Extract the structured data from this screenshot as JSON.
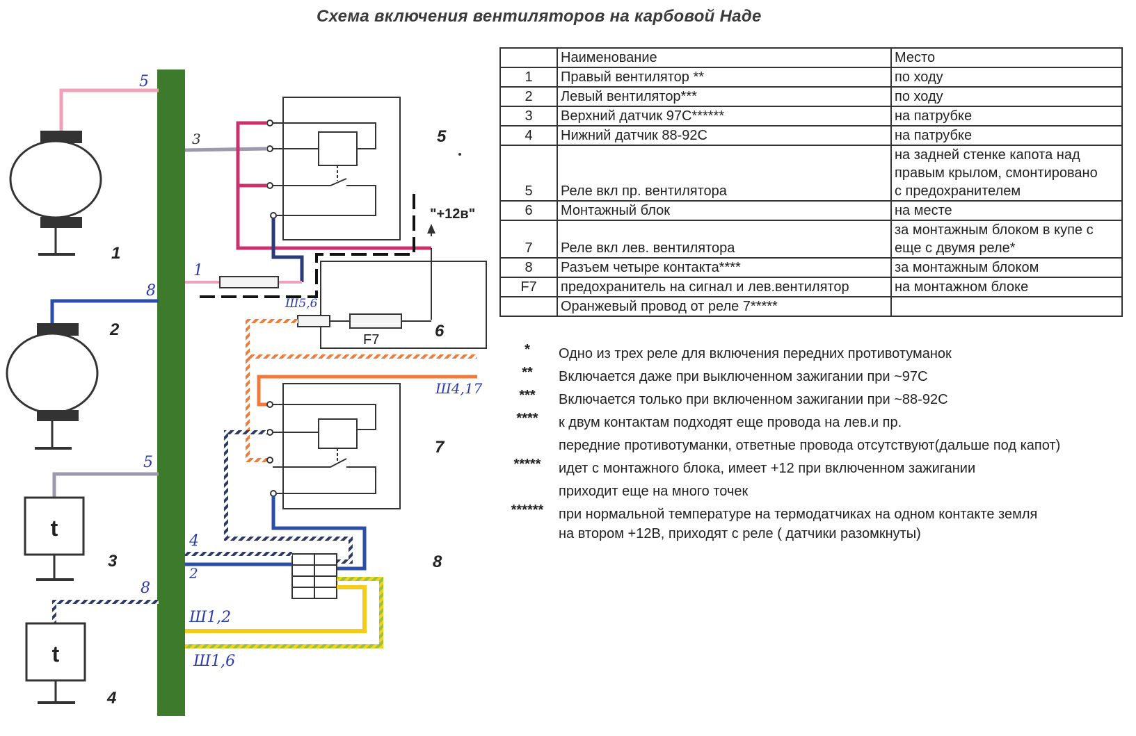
{
  "title": "Схема включения вентиляторов на карбовой Наде",
  "diagram": {
    "component_numbers": [
      "1",
      "2",
      "3",
      "4",
      "5",
      "6",
      "7",
      "8"
    ],
    "sensor_letter": "t",
    "fuse_label": "F7",
    "plus12_label": "\"+12в\"",
    "wire_labels": {
      "w5_top": "5",
      "w3": "3",
      "w1": "1",
      "w8_top": "8",
      "w5_mid": "5",
      "w4": "4",
      "w2": "2",
      "w8_bottom": "8",
      "sh56": "Ш5,6",
      "sh417": "Ш4,17",
      "sh12": "Ш1,2",
      "sh16": "Ш1,6"
    },
    "wire_colors": {
      "bus": "#3d7a2c",
      "pink": "#f0a0b8",
      "gray": "#9c98ad",
      "magenta": "#c8336e",
      "darkblue": "#2a3a7a",
      "blue": "#2b4ea8",
      "orange": "#f07a3a",
      "yellow": "#f4cc1e"
    }
  },
  "table": {
    "headers": [
      "",
      "Наименование",
      "Место"
    ],
    "rows": [
      {
        "n": "1",
        "name": "Правый вентилятор **",
        "place": [
          "по ходу"
        ]
      },
      {
        "n": "2",
        "name": "Левый вентилятор***",
        "place": [
          "по ходу"
        ]
      },
      {
        "n": "3",
        "name": "Верхний датчик 97С******",
        "place": [
          "на патрубке"
        ]
      },
      {
        "n": "4",
        "name": "Нижний датчик 88-92С",
        "place": [
          "на патрубке"
        ]
      },
      {
        "n": "5",
        "name": "Реле вкл пр. вентилятора",
        "place": [
          "на задней стенке капота над",
          "правым крылом, смонтировано",
          "с предохранителем"
        ]
      },
      {
        "n": "6",
        "name": "Монтажный блок",
        "place": [
          "на месте"
        ]
      },
      {
        "n": "7",
        "name": "Реле вкл лев. вентилятора",
        "place": [
          "за монтажным блоком в купе с",
          "еще с двумя реле*"
        ]
      },
      {
        "n": "8",
        "name": "Разъем четыре контакта****",
        "place": [
          "за монтажным блоком"
        ]
      },
      {
        "n": "F7",
        "name": "предохранитель на сигнал и лев.вентилятор",
        "place": [
          "на монтажном блоке"
        ]
      },
      {
        "n": "",
        "name": "Оранжевый провод от реле 7*****",
        "place": [
          ""
        ]
      }
    ]
  },
  "notes": [
    {
      "mark": "*",
      "lines": [
        "Одно из трех реле для включения передних противотуманок"
      ]
    },
    {
      "mark": "**",
      "lines": [
        "Включается даже при выключенном зажигании при ~97С"
      ]
    },
    {
      "mark": "***",
      "lines": [
        "Включается только при включенном зажигании при ~88-92С"
      ]
    },
    {
      "mark": "****",
      "lines": [
        "к двум контактам подходят еще провода на лев.и пр."
      ]
    },
    {
      "mark": "",
      "lines": [
        "передние противотуманки, ответные провода отсутствуют(дальше под капот)"
      ]
    },
    {
      "mark": "*****",
      "lines": [
        "идет с монтажного блока, имеет +12 при включенном зажигании"
      ]
    },
    {
      "mark": "",
      "lines": [
        "приходит еще на много точек"
      ]
    },
    {
      "mark": "******",
      "lines": [
        "при нормальной температуре на термодатчиках на одном контакте земля",
        "на втором +12В, приходят с реле ( датчики разомкнуты)"
      ]
    }
  ]
}
